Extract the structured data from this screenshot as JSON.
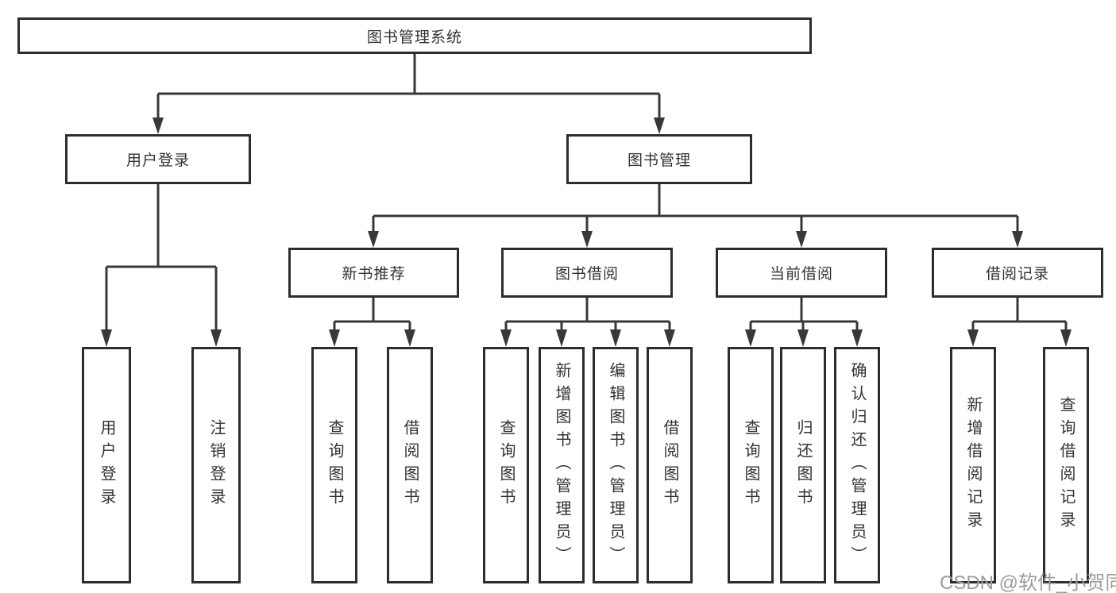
{
  "tree": {
    "root": "图书管理系统",
    "branches": [
      {
        "label": "用户登录",
        "children": [
          "用户登录",
          "注销登录"
        ]
      },
      {
        "label": "图书管理",
        "groups": [
          {
            "label": "新书推荐",
            "children": [
              "查询图书",
              "借阅图书"
            ]
          },
          {
            "label": "图书借阅",
            "children": [
              "查询图书",
              "新增图书（管理员）",
              "编辑图书（管理员）",
              "借阅图书"
            ]
          },
          {
            "label": "当前借阅",
            "children": [
              "查询图书",
              "归还图书",
              "确认归还（管理员）"
            ]
          },
          {
            "label": "借阅记录",
            "children": [
              "新增借阅记录",
              "查询借阅记录"
            ]
          }
        ]
      }
    ]
  },
  "watermark": "CSDN @软件_小贺同学",
  "colors": {
    "line": "#383838",
    "box_border": "#2d2d2d",
    "text": "#333333",
    "watermark": "#9c9c9c",
    "background": "#ffffff"
  }
}
